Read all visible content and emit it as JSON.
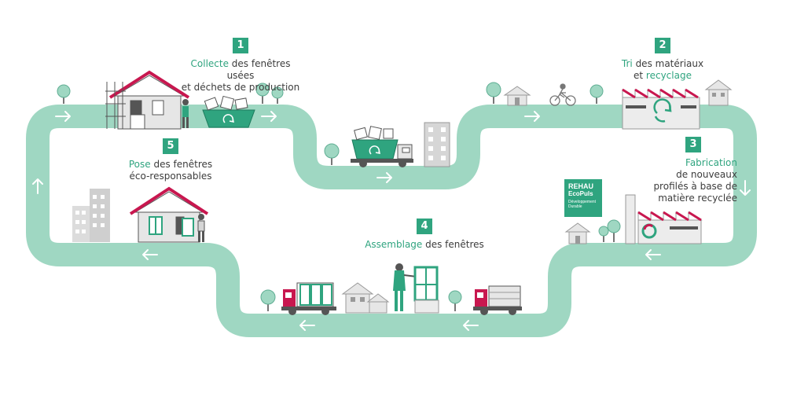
{
  "colors": {
    "road": "#9fd7c2",
    "accent": "#2fa47f",
    "house_roof": "#c8174f",
    "text": "#3c3c3c",
    "building": "#d6d6d6"
  },
  "icons": [
    "recycle-icon",
    "arrow-right-icon",
    "arrow-left-icon",
    "arrow-up-icon",
    "arrow-down-icon",
    "tree-icon",
    "truck-icon",
    "house-icon",
    "factory-icon",
    "cyclist-icon",
    "worker-icon"
  ],
  "steps": [
    {
      "number": "1",
      "highlight": "Collecte",
      "rest": " des fenêtres usées",
      "line2": "et déchets de production"
    },
    {
      "number": "2",
      "highlight": "Tri",
      "rest": " des matériaux",
      "line2_plain": "et ",
      "line2_highlight": "recyclage"
    },
    {
      "number": "3",
      "highlight": "Fabrication",
      "line2": "de nouveaux",
      "line3": "profilés à base de",
      "line4": "matière recyclée"
    },
    {
      "number": "4",
      "highlight": "Assemblage",
      "rest": " des fenêtres"
    },
    {
      "number": "5",
      "highlight": "Pose",
      "rest": " des fenêtres",
      "line2": "éco-responsables"
    }
  ],
  "logo": {
    "line1": "REHAU",
    "line2": "EcoPuls",
    "line3": "Développement Durable"
  }
}
